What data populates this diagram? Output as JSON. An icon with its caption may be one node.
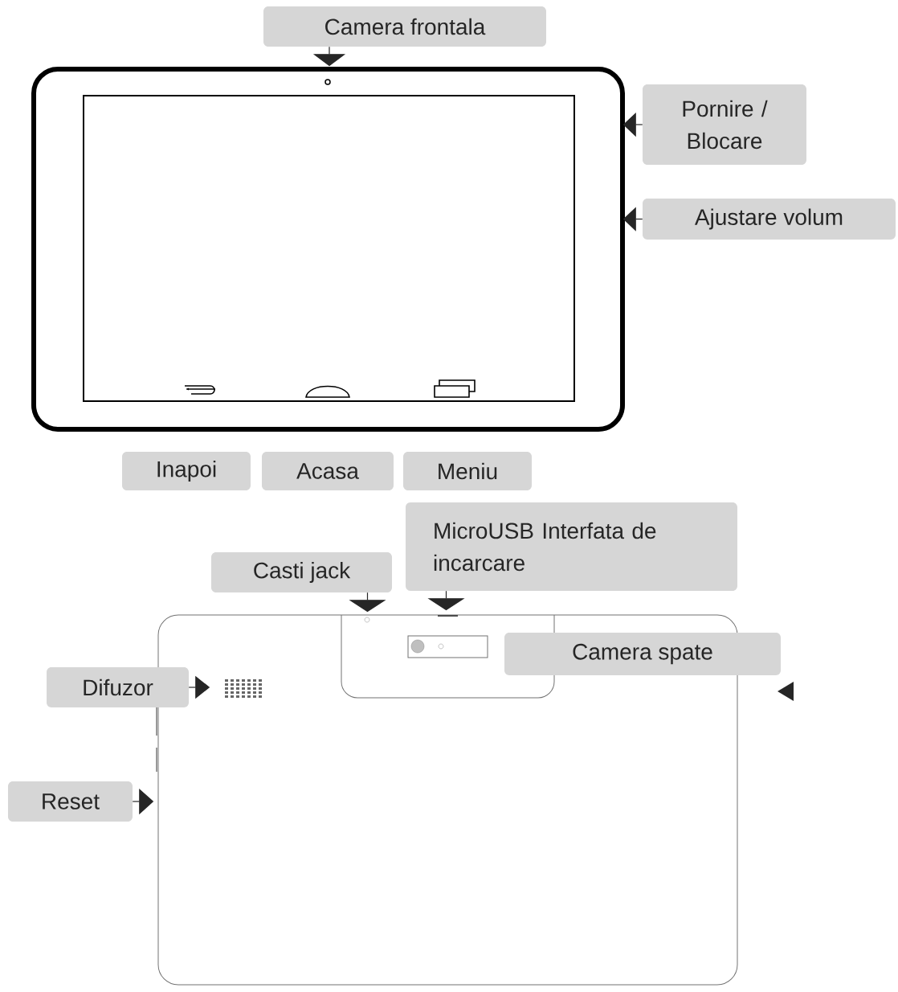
{
  "diagram": {
    "nodes": [
      {
        "text": [
          "Camera frontala"
        ]
      },
      {
        "text": [
          "Pornire / Blocare"
        ]
      },
      {
        "text": [
          "Ajustare volum"
        ]
      },
      {
        "text": [
          "Inapoi"
        ]
      },
      {
        "text": [
          "Acasa"
        ]
      },
      {
        "text": [
          "Meniu"
        ]
      },
      {
        "text": [
          "MicroUSB Interfata de incarcare"
        ]
      },
      {
        "text": [
          "Casti jack"
        ]
      },
      {
        "text": [
          "Camera spate"
        ]
      },
      {
        "text": [
          "Difuzor"
        ]
      },
      {
        "text": [
          "Reset"
        ]
      }
    ],
    "edges": [
      {
        "from": 0,
        "to": null,
        "arrow": "to"
      },
      {
        "from": 1,
        "to": null,
        "arrow": "to"
      },
      {
        "from": 2,
        "to": null,
        "arrow": "to"
      },
      {
        "from": 6,
        "to": null,
        "arrow": "to"
      },
      {
        "from": 7,
        "to": null,
        "arrow": "to"
      },
      {
        "from": 9,
        "to": null,
        "arrow": "to"
      },
      {
        "from": 10,
        "to": null,
        "arrow": "to"
      }
    ]
  }
}
